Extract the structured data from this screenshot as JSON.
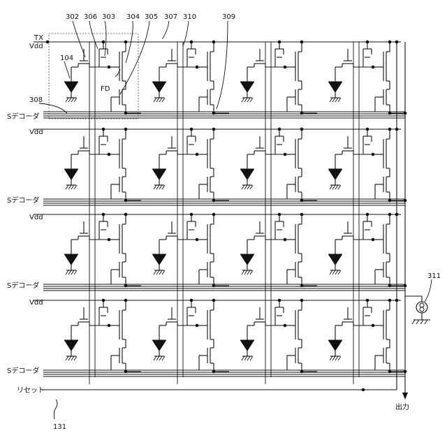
{
  "labels": {
    "tx": "TX",
    "vdd": "Vdd",
    "s_decoder": "Sデコーダ",
    "reset": "リセット",
    "output": "出力",
    "fd": "FD"
  },
  "refs": {
    "r302": "302",
    "r306": "306",
    "r303": "303",
    "r304": "304",
    "r305": "305",
    "r307": "307",
    "r310": "310",
    "r309": "309",
    "r104": "104",
    "r308": "308",
    "r311": "311",
    "r131": "131"
  },
  "grid": {
    "rows": 4,
    "cols": 4
  }
}
